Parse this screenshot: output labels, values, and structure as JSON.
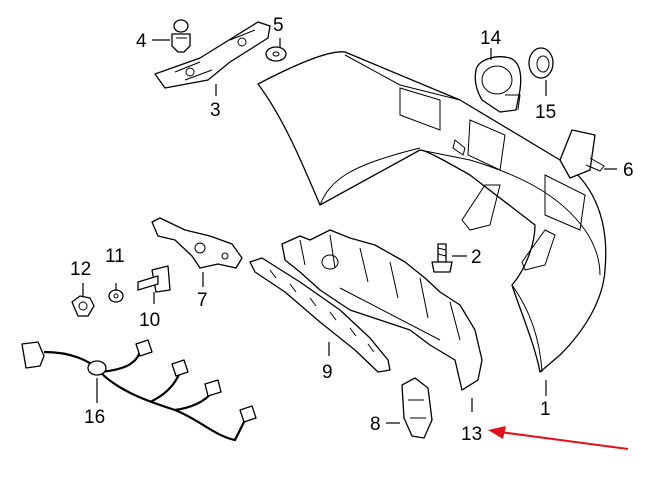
{
  "parts": [
    {
      "id": "p1",
      "number": "1",
      "name": "bumper-cover"
    },
    {
      "id": "p2",
      "number": "2",
      "name": "bolt"
    },
    {
      "id": "p3",
      "number": "3",
      "name": "guide-bracket"
    },
    {
      "id": "p4",
      "number": "4",
      "name": "push-pin"
    },
    {
      "id": "p5",
      "number": "5",
      "name": "washer"
    },
    {
      "id": "p6",
      "number": "6",
      "name": "tow-hook-cover"
    },
    {
      "id": "p7",
      "number": "7",
      "name": "side-bracket"
    },
    {
      "id": "p8",
      "number": "8",
      "name": "sensor-bracket"
    },
    {
      "id": "p9",
      "number": "9",
      "name": "mounting-rail"
    },
    {
      "id": "p10",
      "number": "10",
      "name": "stud-bolt"
    },
    {
      "id": "p11",
      "number": "11",
      "name": "flat-washer"
    },
    {
      "id": "p12",
      "number": "12",
      "name": "nut"
    },
    {
      "id": "p13",
      "number": "13",
      "name": "energy-absorber"
    },
    {
      "id": "p14",
      "number": "14",
      "name": "parking-sensor"
    },
    {
      "id": "p15",
      "number": "15",
      "name": "sensor-ring"
    },
    {
      "id": "p16",
      "number": "16",
      "name": "wiring-harness"
    }
  ],
  "highlight": {
    "part": "13",
    "color": "#e0141c"
  },
  "colors": {
    "line": "#000000",
    "background": "#ffffff"
  }
}
